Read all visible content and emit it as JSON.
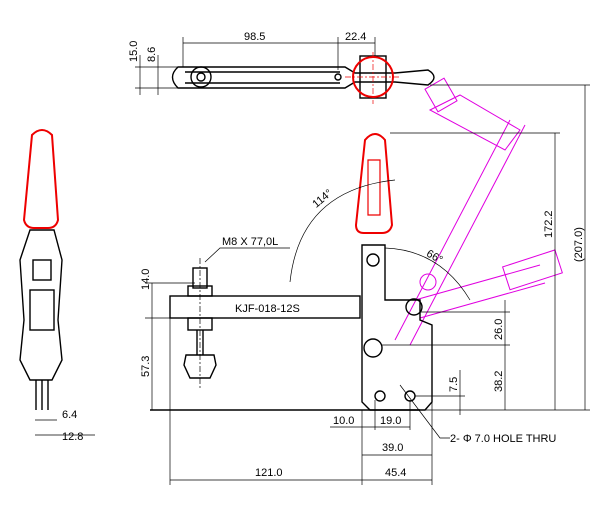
{
  "drawing": {
    "model": "KJF-018-12S",
    "spindle": "M8 X 77,0L",
    "hole_note": "2- Φ 7.0  HOLE THRU",
    "colors": {
      "outline": "#000000",
      "handle": "#e00000",
      "open_position": "#e000e0"
    }
  },
  "dims": {
    "top_height": "15.0",
    "top_width": "8.6",
    "arm_length": "98.5",
    "pivot_offset": "22.4",
    "arm_angle": "114°",
    "handle_angle": "66°",
    "bar_height": "14.0",
    "spindle_height": "57.3",
    "handle_height": "172.2",
    "overall_height": "(207.0)",
    "pivot_height": "26.0",
    "lower_pivot_height": "38.2",
    "hole_height": "7.5",
    "hole_offset": "10.0",
    "hole_spacing": "19.0",
    "base_width": "39.0",
    "reach": "121.0",
    "base_length": "45.4",
    "side_inner": "6.4",
    "side_outer": "12.8"
  }
}
